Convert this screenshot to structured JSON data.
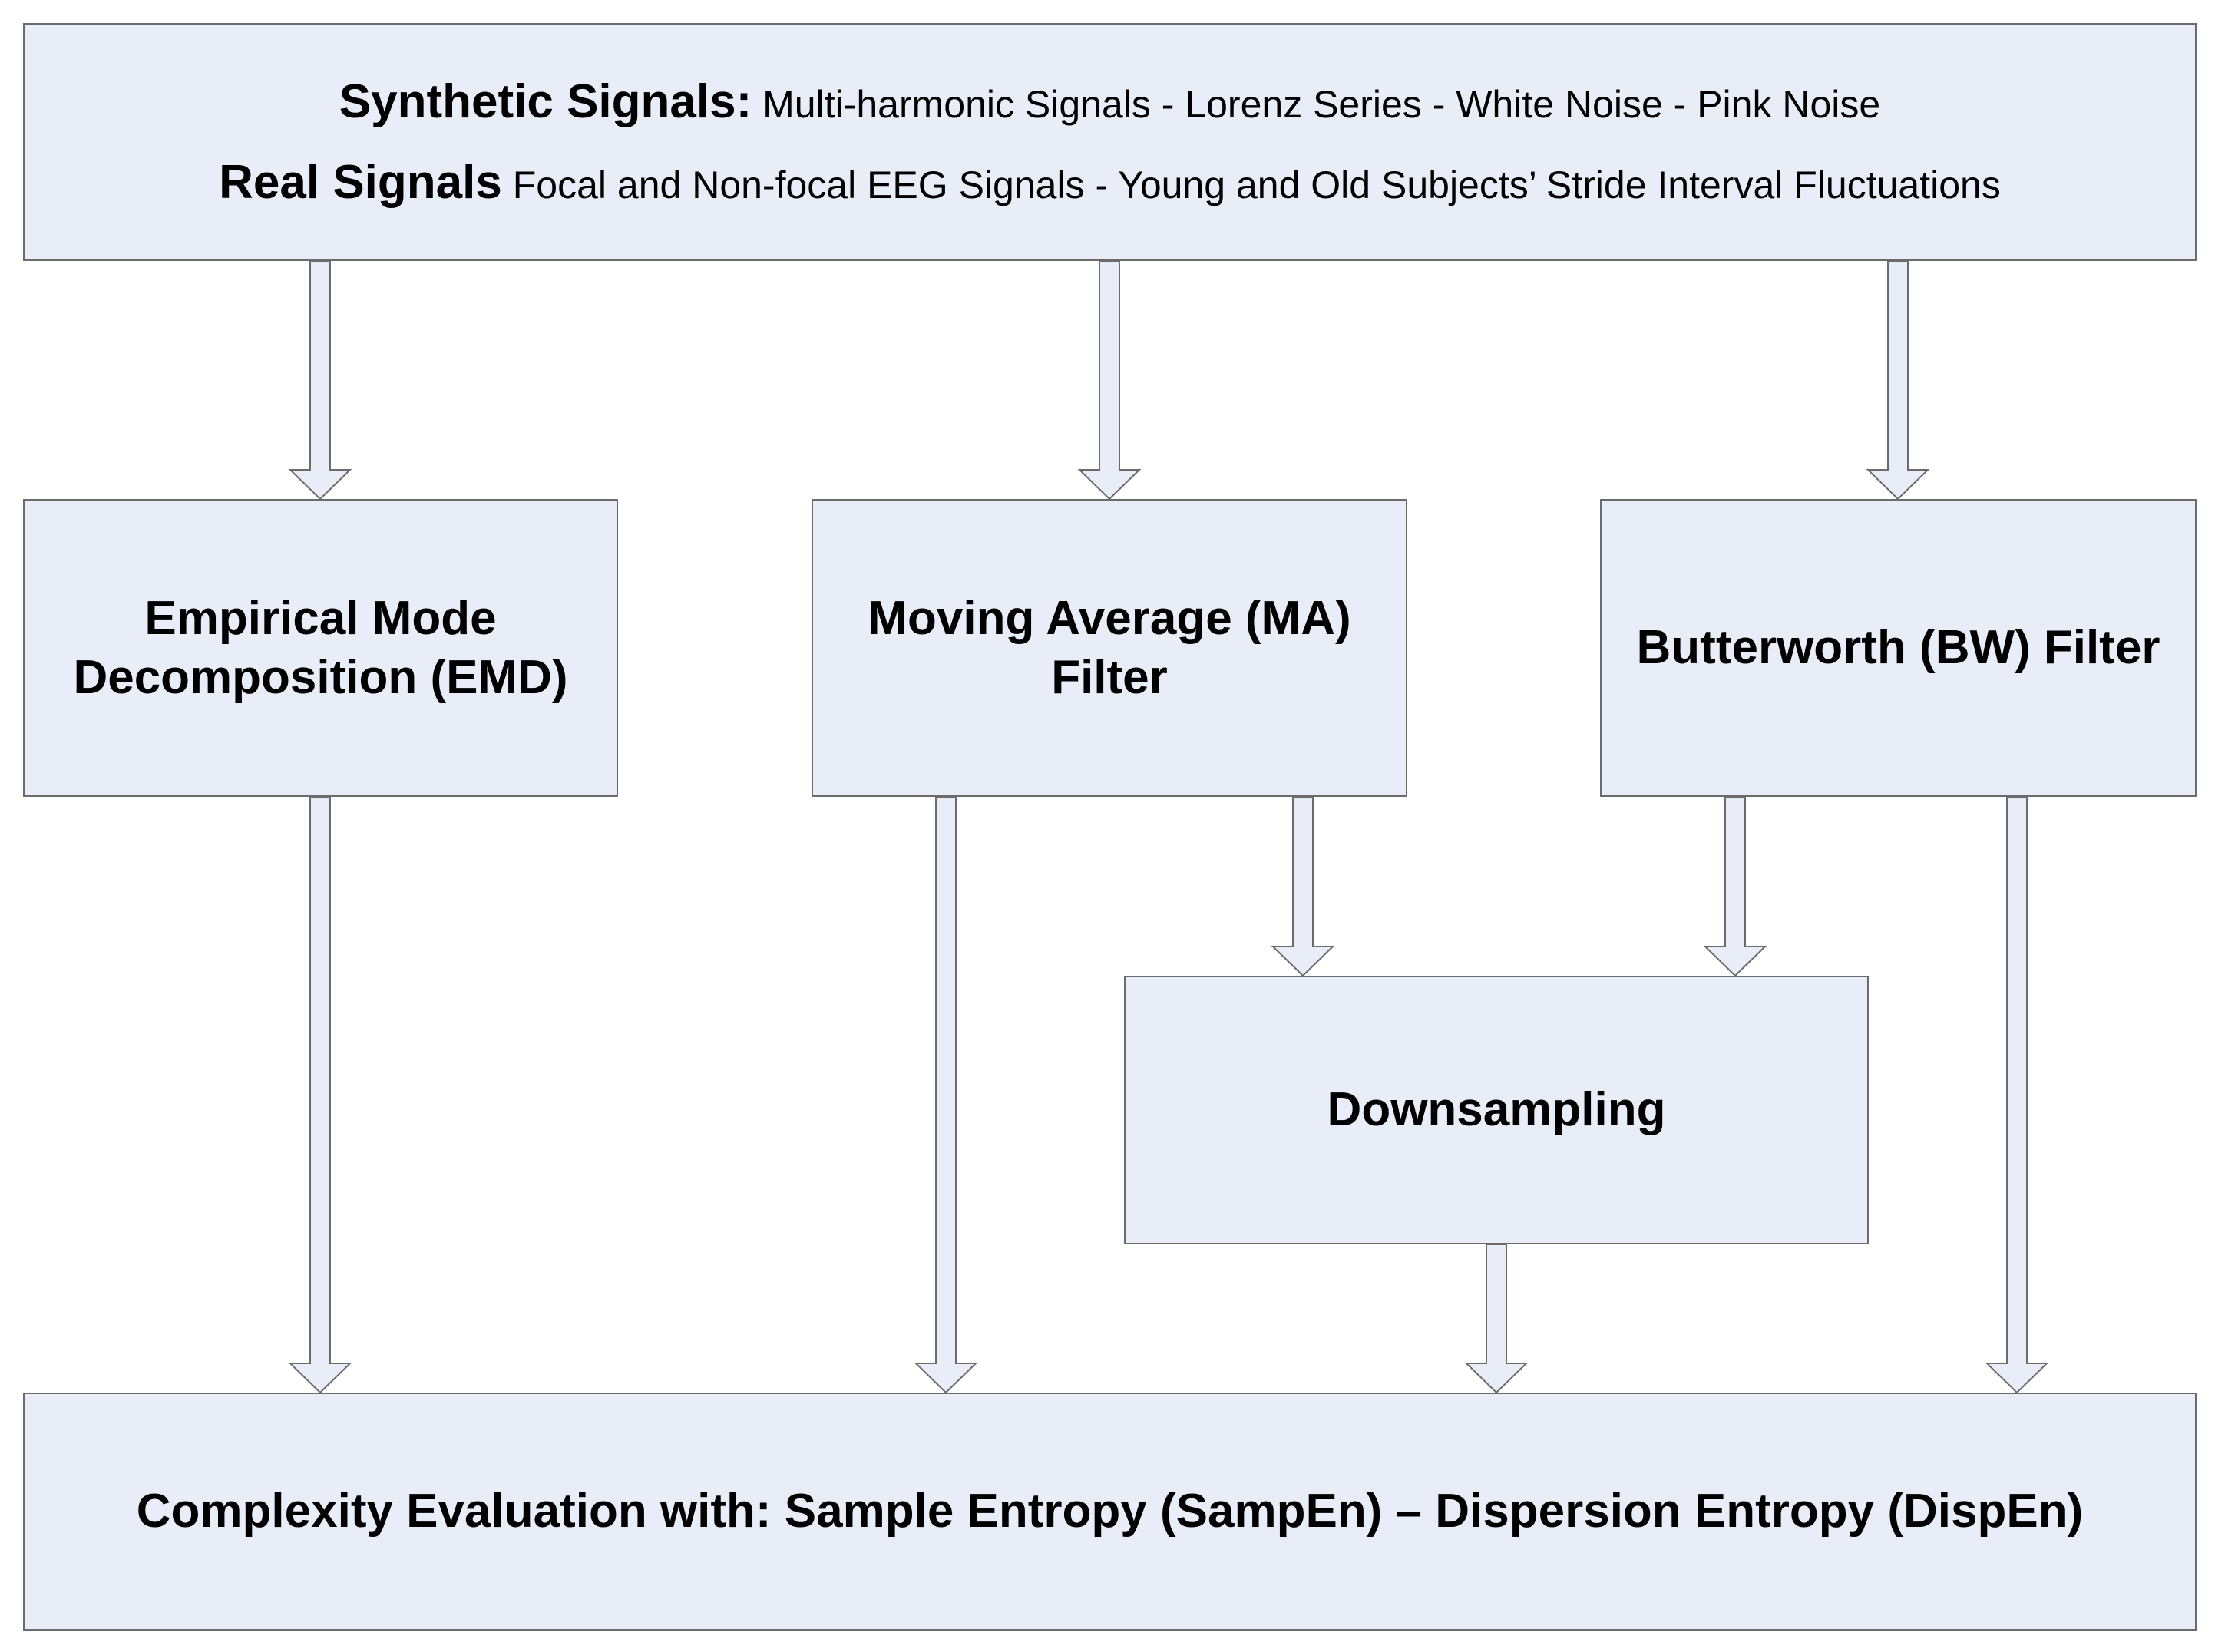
{
  "source": {
    "synthetic_head": "Synthetic Signals:",
    "synthetic_body": "Multi-harmonic Signals - Lorenz Series - White Noise - Pink Noise",
    "real_head": "Real Signals",
    "real_body": "Focal and Non-focal EEG Signals - Young and Old Subjects’ Stride Interval Fluctuations"
  },
  "methods": {
    "emd_line1": "Empirical Mode",
    "emd_line2": "Decomposition (EMD)",
    "ma_line1": "Moving Average (MA)",
    "ma_line2": "Filter",
    "bw": "Butterworth (BW) Filter"
  },
  "downsampling": "Downsampling",
  "evaluation": "Complexity Evaluation with: Sample Entropy (SampEn) – Dispersion Entropy (DispEn)",
  "colors": {
    "box_fill": "#e8edf7",
    "border": "#6b6b6b"
  }
}
